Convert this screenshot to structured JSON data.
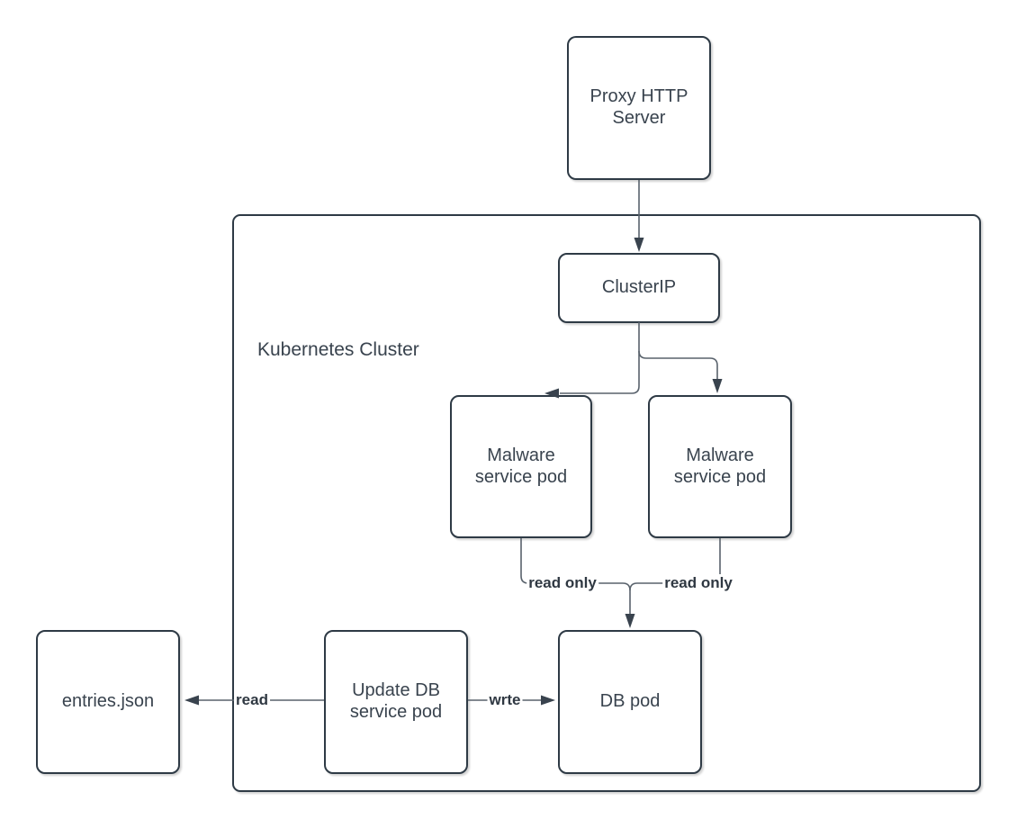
{
  "colors": {
    "node_border": "#2e3a45",
    "node_text": "#39434e",
    "connector": "#59626c",
    "arrowhead": "#39434e",
    "edge_label_text": "#2f3842",
    "canvas_bg": "#ffffff"
  },
  "diagram": {
    "cluster_label": "Kubernetes Cluster",
    "nodes": {
      "proxy": {
        "label": [
          "Proxy HTTP",
          "Server"
        ]
      },
      "cluster_ip": {
        "label": [
          "ClusterIP"
        ]
      },
      "malware_left": {
        "label": [
          "Malware",
          "service pod"
        ]
      },
      "malware_right": {
        "label": [
          "Malware",
          "service pod"
        ]
      },
      "db_pod": {
        "label": [
          "DB pod"
        ]
      },
      "update_db": {
        "label": [
          "Update DB",
          "service pod"
        ]
      },
      "entries_json": {
        "label": [
          "entries.json"
        ]
      }
    },
    "edge_labels": {
      "read_only_left": "read only",
      "read_only_right": "read only",
      "read": "read",
      "write": "wrte"
    }
  }
}
